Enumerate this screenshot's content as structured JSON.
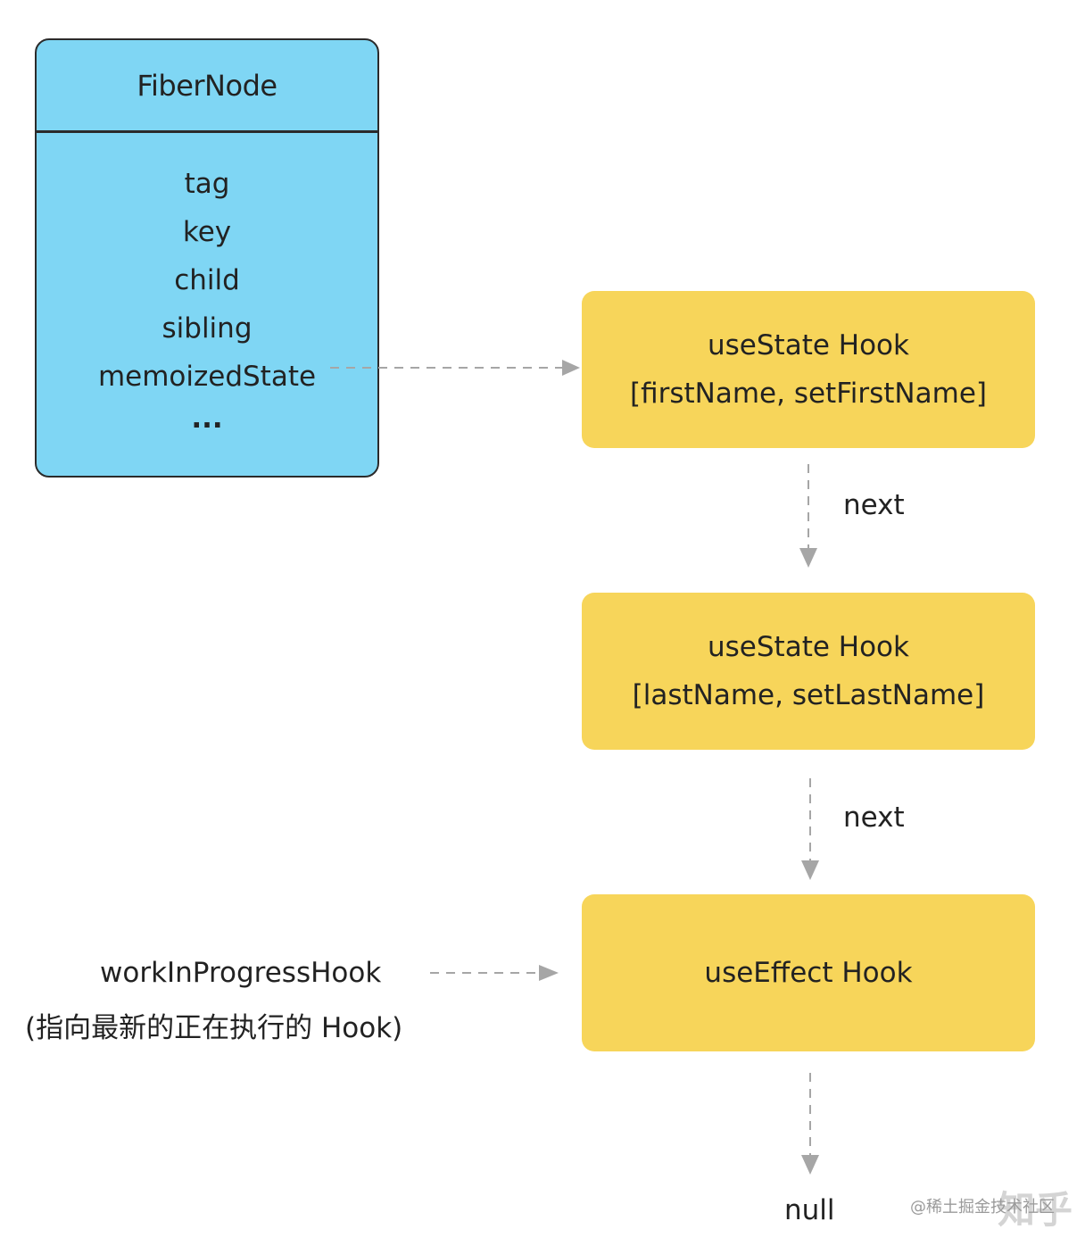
{
  "fiber_node": {
    "title": "FiberNode",
    "fields": [
      "tag",
      "key",
      "child",
      "sibling",
      "memoizedState",
      "..."
    ]
  },
  "hooks": [
    {
      "name": "useState Hook",
      "detail": "[firstName, setFirstName]"
    },
    {
      "name": "useState Hook",
      "detail": "[lastName, setLastName]"
    },
    {
      "name": "useEffect Hook",
      "detail": ""
    }
  ],
  "edges": {
    "next_label_1": "next",
    "next_label_2": "next",
    "terminal": "null"
  },
  "pointer": {
    "label": "workInProgressHook",
    "note": "(指向最新的正在执行的 Hook)"
  },
  "watermark": {
    "text": "@稀土掘金技术社区",
    "logo": "知乎"
  },
  "colors": {
    "fiber_fill": "#7fd6f4",
    "hook_fill": "#f7d55a",
    "arrow": "#a6a6a6"
  }
}
